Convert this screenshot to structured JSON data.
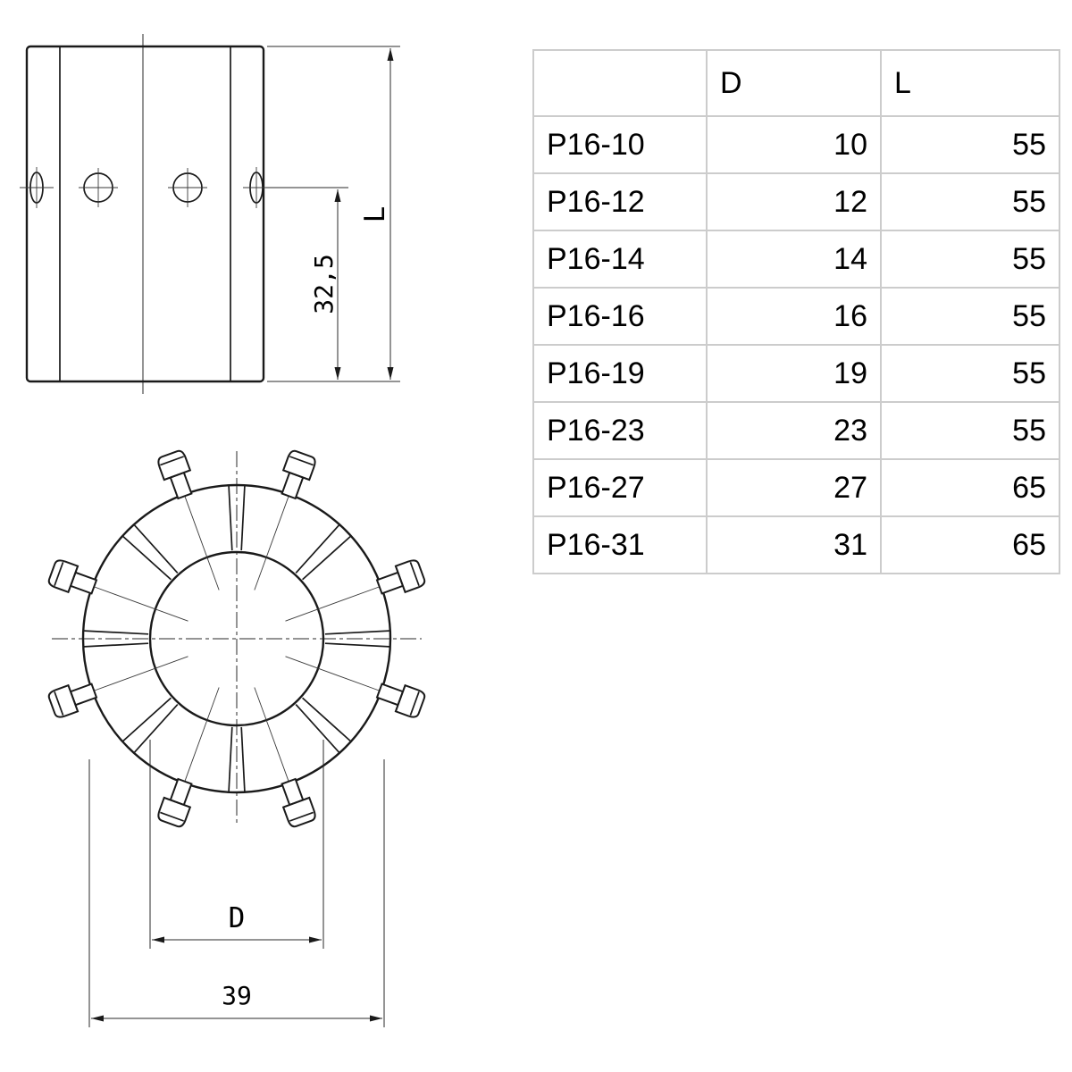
{
  "drawing": {
    "side_view": {
      "dim_height": "32,5",
      "dim_length": "L"
    },
    "front_view": {
      "dim_bore": "D",
      "dim_outer": "39"
    }
  },
  "table": {
    "headers": [
      "",
      "D",
      "L"
    ],
    "rows": [
      {
        "model": "P16-10",
        "d": "10",
        "l": "55"
      },
      {
        "model": "P16-12",
        "d": "12",
        "l": "55"
      },
      {
        "model": "P16-14",
        "d": "14",
        "l": "55"
      },
      {
        "model": "P16-16",
        "d": "16",
        "l": "55"
      },
      {
        "model": "P16-19",
        "d": "19",
        "l": "55"
      },
      {
        "model": "P16-23",
        "d": "23",
        "l": "55"
      },
      {
        "model": "P16-27",
        "d": "27",
        "l": "65"
      },
      {
        "model": "P16-31",
        "d": "31",
        "l": "65"
      }
    ]
  }
}
